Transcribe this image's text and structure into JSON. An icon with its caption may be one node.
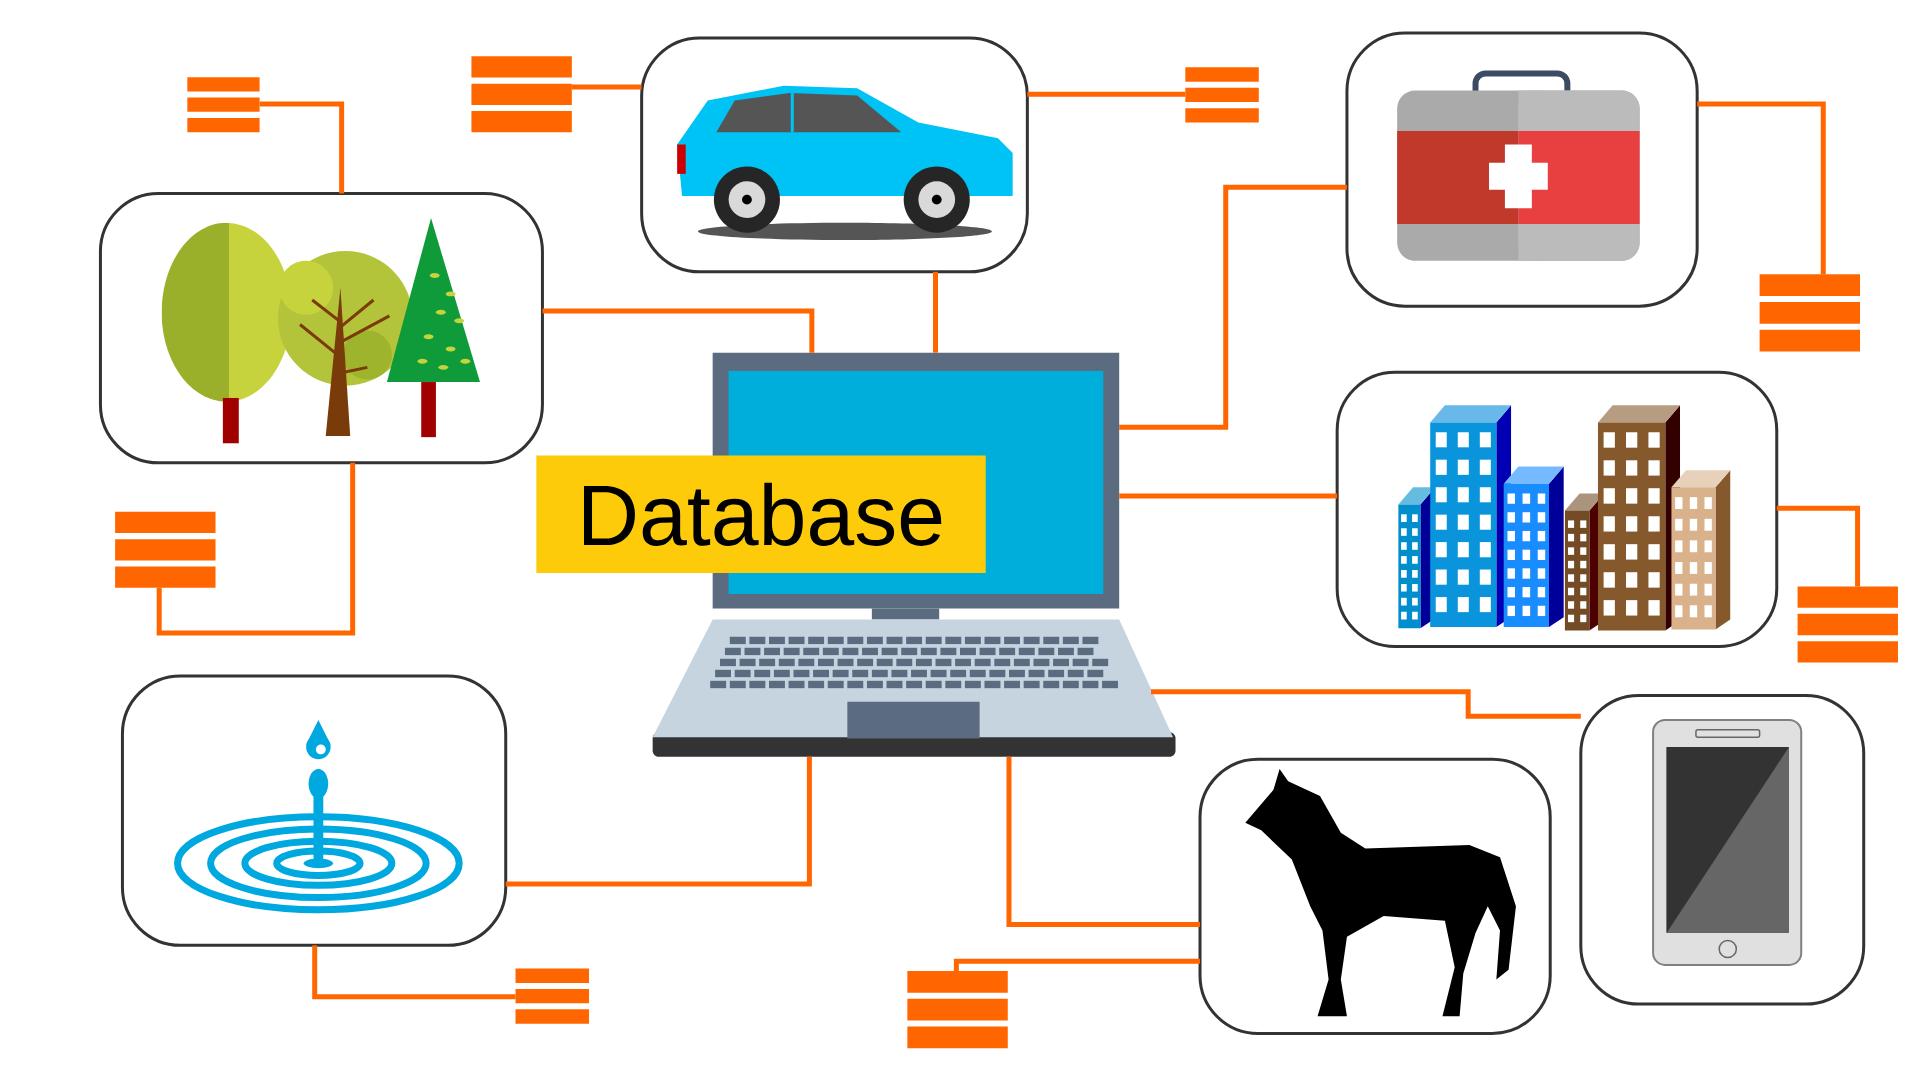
{
  "diagram": {
    "nodes": [
      {
        "text": [],
        "shape": "picture"
      },
      {
        "text": [],
        "shape": "picture"
      },
      {
        "text": [],
        "shape": "picture"
      },
      {
        "text": [],
        "shape": "picture"
      },
      {
        "text": [
          "Database"
        ]
      },
      {
        "text": [],
        "shape": "picture"
      },
      {
        "text": [],
        "shape": "picture"
      },
      {
        "text": [],
        "shape": "picture"
      },
      {
        "text": [],
        "shape": "picture"
      },
      {
        "text": [],
        "shape": "bar"
      },
      {
        "text": [],
        "shape": "bar"
      },
      {
        "text": [],
        "shape": "bar"
      },
      {
        "text": [],
        "shape": "bar"
      },
      {
        "text": [],
        "shape": "bar"
      },
      {
        "text": [],
        "shape": "bar"
      },
      {
        "text": [],
        "shape": "bar"
      },
      {
        "text": [],
        "shape": "bar"
      }
    ],
    "edges": [
      {
        "from": 3,
        "to": 0,
        "arrow": "none"
      },
      {
        "from": 3,
        "to": 1,
        "arrow": "none"
      },
      {
        "from": 3,
        "to": 2,
        "arrow": "none"
      },
      {
        "from": 3,
        "to": 5,
        "arrow": "none"
      },
      {
        "from": 3,
        "to": 8,
        "arrow": "none"
      },
      {
        "from": 3,
        "to": 7,
        "arrow": "none"
      },
      {
        "from": 3,
        "to": 6,
        "arrow": "none"
      },
      {
        "from": 0,
        "to": 9,
        "arrow": "none"
      },
      {
        "from": 1,
        "to": 10,
        "arrow": "none"
      },
      {
        "from": 1,
        "to": 11,
        "arrow": "none"
      },
      {
        "from": 2,
        "to": 12,
        "arrow": "none"
      },
      {
        "from": 0,
        "to": 13,
        "arrow": "none"
      },
      {
        "from": 5,
        "to": 14,
        "arrow": "none"
      },
      {
        "from": 6,
        "to": 15,
        "arrow": "none"
      },
      {
        "from": 7,
        "to": 16,
        "arrow": "none"
      }
    ]
  }
}
